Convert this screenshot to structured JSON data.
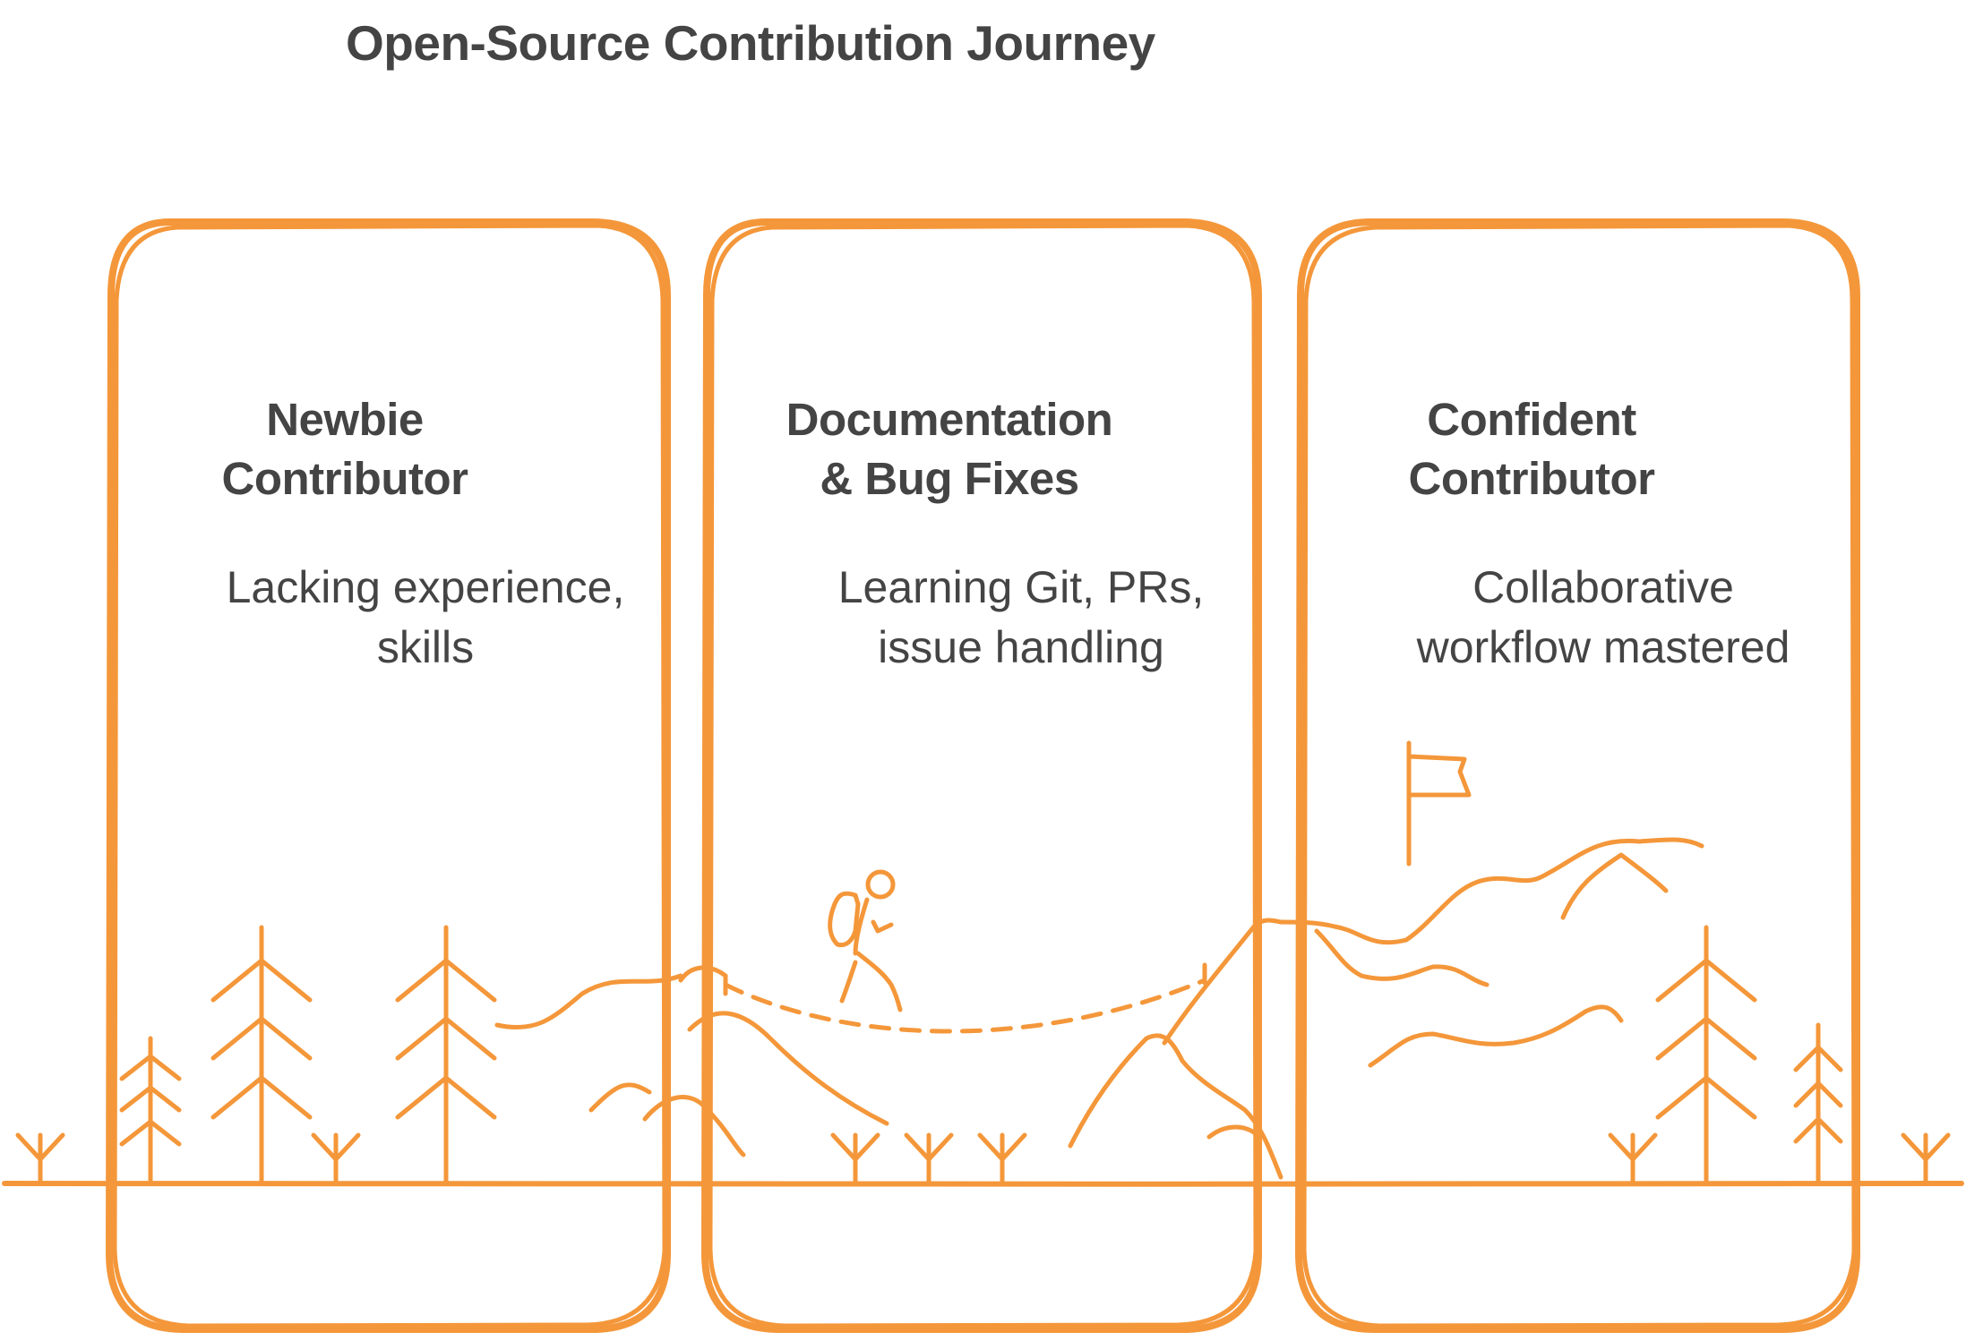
{
  "title": "Open-Source Contribution Journey",
  "accent_color": "#f4973a",
  "text_color": "#444444",
  "stages": [
    {
      "title_lines": [
        "Newbie",
        "Contributor"
      ],
      "description_lines": [
        "Lacking experience,",
        "skills"
      ]
    },
    {
      "title_lines": [
        "Documentation",
        "& Bug Fixes"
      ],
      "description_lines": [
        "Learning Git, PRs,",
        "issue handling"
      ]
    },
    {
      "title_lines": [
        "Confident",
        "Contributor"
      ],
      "description_lines": [
        "Collaborative",
        "workflow mastered"
      ]
    }
  ],
  "illustration": {
    "icons": [
      "pine-tree-icon",
      "grass-sprout-icon",
      "hill-icon",
      "hiker-icon",
      "rope-bridge-icon",
      "flag-icon",
      "mountain-peak-icon"
    ]
  }
}
